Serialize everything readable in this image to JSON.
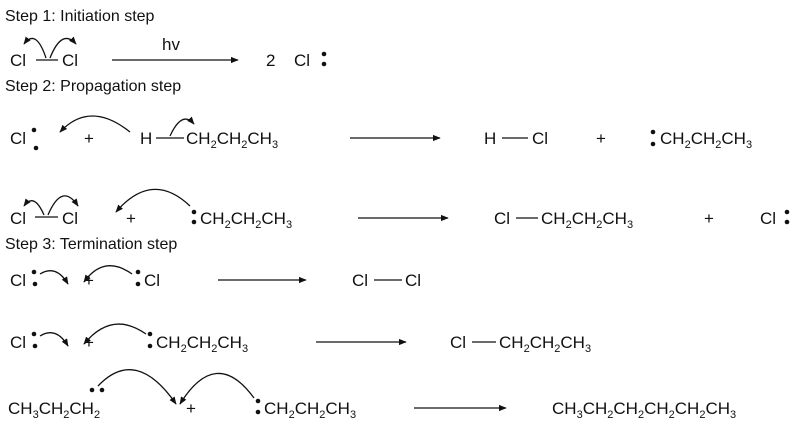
{
  "headings": {
    "step1": "Step 1: Initiation step",
    "step2": "Step 2: Propagation step",
    "step3": "Step 3: Termination step"
  },
  "symbols": {
    "cl": "Cl",
    "h": "H",
    "plus": "+",
    "hv": "hv",
    "two": "2",
    "ch": "CH",
    "c": "C",
    "sub2": "2",
    "sub3": "3"
  }
}
